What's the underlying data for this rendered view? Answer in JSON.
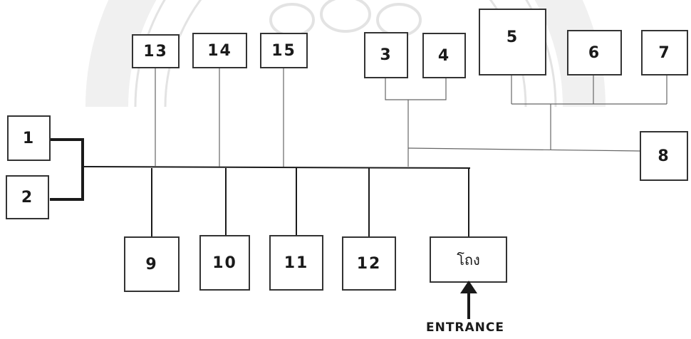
{
  "diagram": {
    "rooms": [
      {
        "id": "room-1",
        "label": "1"
      },
      {
        "id": "room-2",
        "label": "2"
      },
      {
        "id": "room-3",
        "label": "3"
      },
      {
        "id": "room-4",
        "label": "4"
      },
      {
        "id": "room-5",
        "label": "5"
      },
      {
        "id": "room-6",
        "label": "6"
      },
      {
        "id": "room-7",
        "label": "7"
      },
      {
        "id": "room-8",
        "label": "8"
      },
      {
        "id": "room-9",
        "label": "9"
      },
      {
        "id": "room-10",
        "label": "10"
      },
      {
        "id": "room-11",
        "label": "11"
      },
      {
        "id": "room-12",
        "label": "12"
      },
      {
        "id": "room-13",
        "label": "13"
      },
      {
        "id": "room-14",
        "label": "14"
      },
      {
        "id": "room-15",
        "label": "15"
      },
      {
        "id": "room-hall",
        "label": "โถง"
      }
    ],
    "entrance_label": "ENTRANCE",
    "watermark_color": "#e3e3e3",
    "line_color": "#1a1a1a"
  }
}
